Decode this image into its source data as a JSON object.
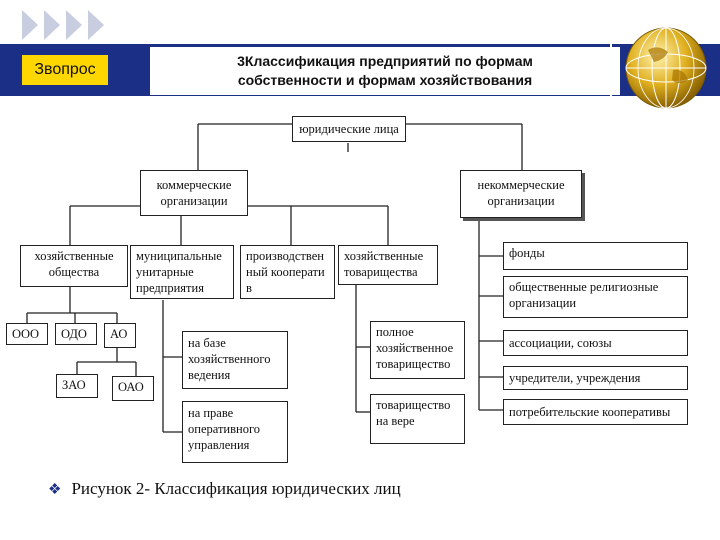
{
  "header": {
    "section_label": "Звопрос",
    "title_line1": "3Классификация предприятий по формам",
    "title_line2": "собственности и формам хозяйствования"
  },
  "diagram": {
    "root": "юридические лица",
    "commercial": "коммерческие организации",
    "noncommercial": "некоммерческие организации",
    "business_companies": "хозяйственные общества",
    "municipal": "муниципальные унитарные предприятия",
    "cooperative": "производственный кооператив",
    "partnerships": "хозяйственные товарищества",
    "ooo": "ООО",
    "odo": "ОДО",
    "ao": "АО",
    "zao": "ЗАО",
    "oao": "ОАО",
    "economic_management": "на базе хозяйственного ведения",
    "operational_management": "на праве оперативного управления",
    "full_partnership": "полное хозяйственное товарищество",
    "limited_partnership": "товарищество на вере",
    "funds": "фонды",
    "religious": "общественные религиозные организации",
    "associations": "ассоциации, союзы",
    "institutions": "учредители, учреждения",
    "consumer_coops": "потребительские кооперативы"
  },
  "caption": "Рисунок 2- Классификация юридических лиц",
  "colors": {
    "header_blue": "#1c2f86",
    "label_yellow": "#ffd700",
    "globe_gold": "#d4a017"
  }
}
